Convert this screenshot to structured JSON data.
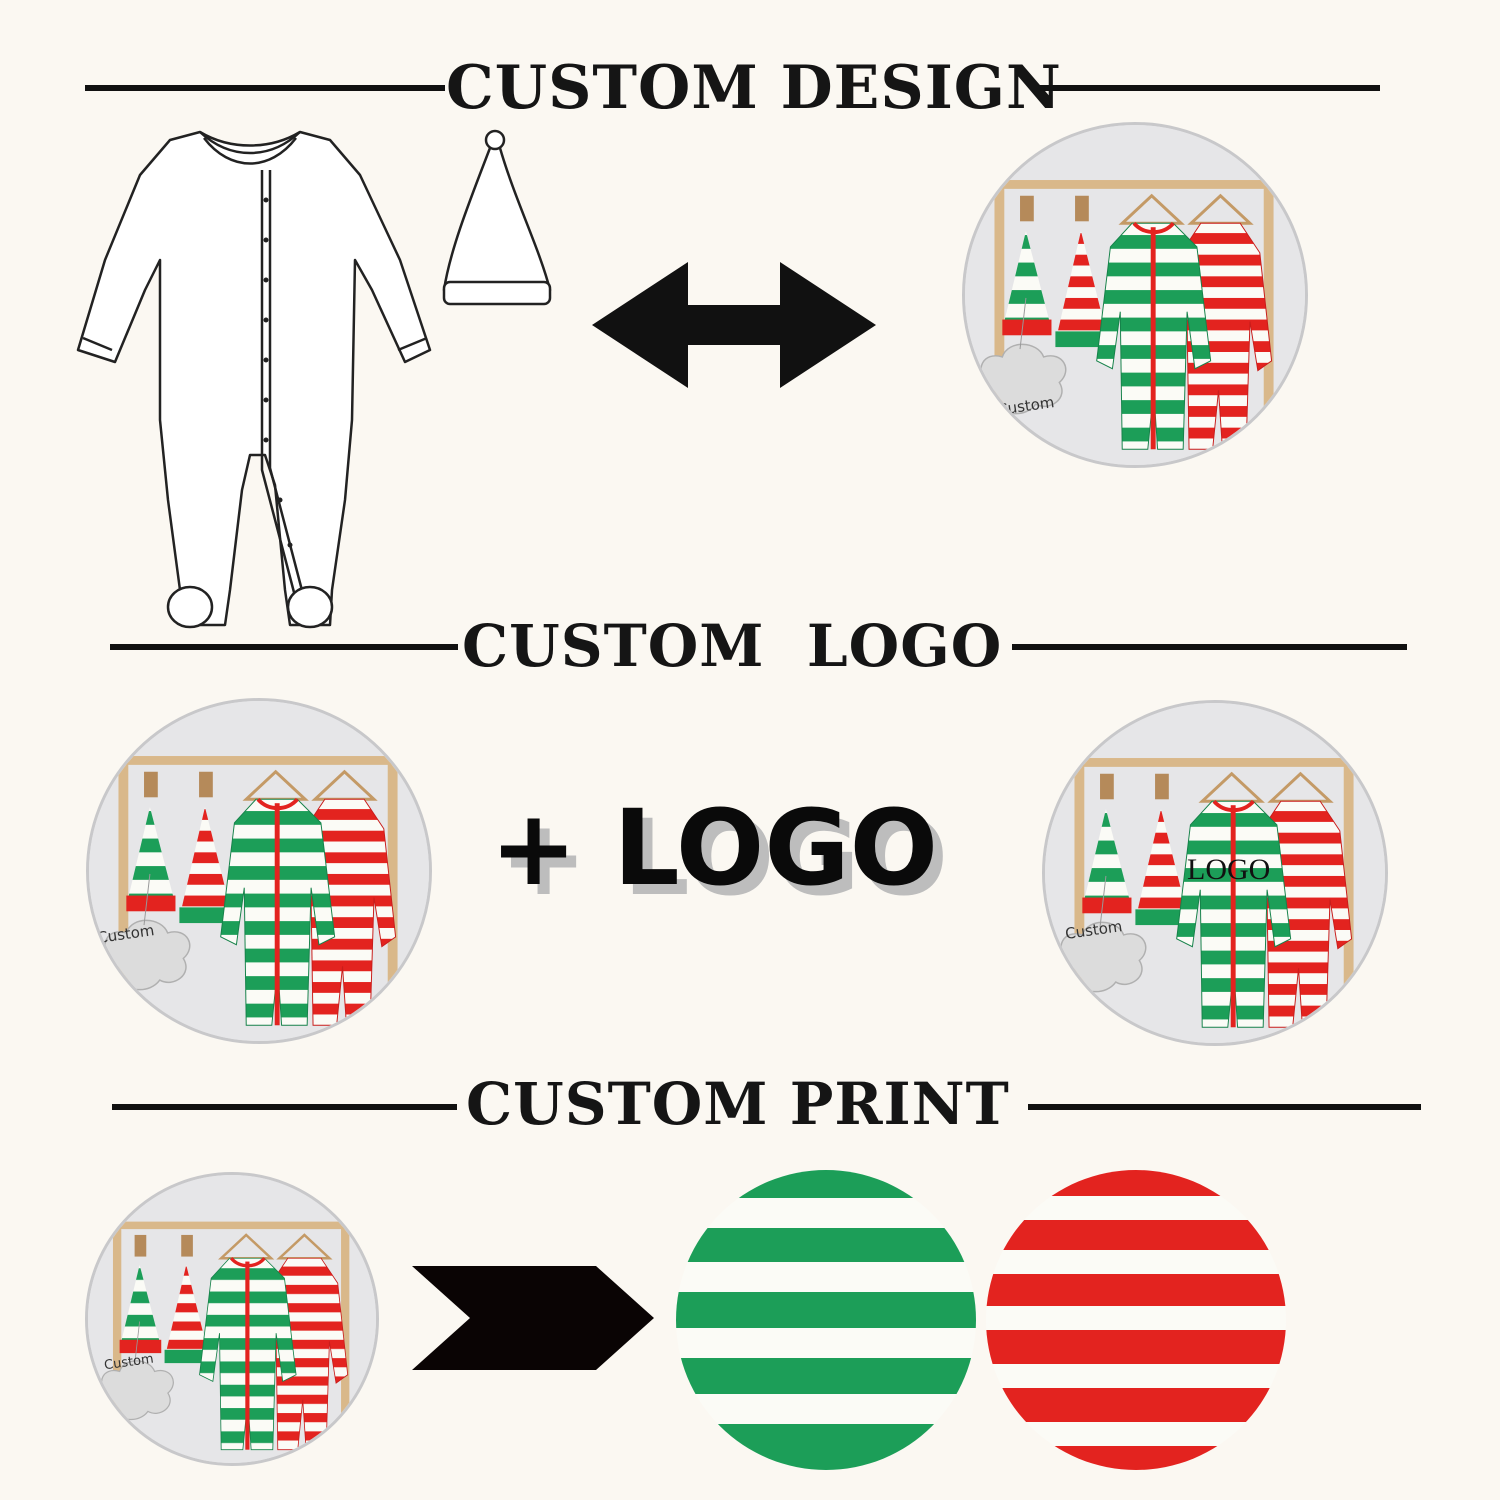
{
  "sections": {
    "design_title": "CUSTOM DESIGN",
    "logo_title": "CUSTOM  LOGO",
    "print_title": "CUSTOM PRINT"
  },
  "plus_logo": "+ LOGO",
  "photo": {
    "tag_text": "Custom",
    "logo_overlay": "LOGO"
  },
  "colors": {
    "background": "#fbf8f2",
    "green": "#1c9e58",
    "red": "#e3231f",
    "stripe_white": "#fbfbf6",
    "rack_wood": "#d9b88a",
    "arrow": "#111111"
  },
  "icons": [
    "double-arrow-icon",
    "chevron-arrow-icon"
  ]
}
